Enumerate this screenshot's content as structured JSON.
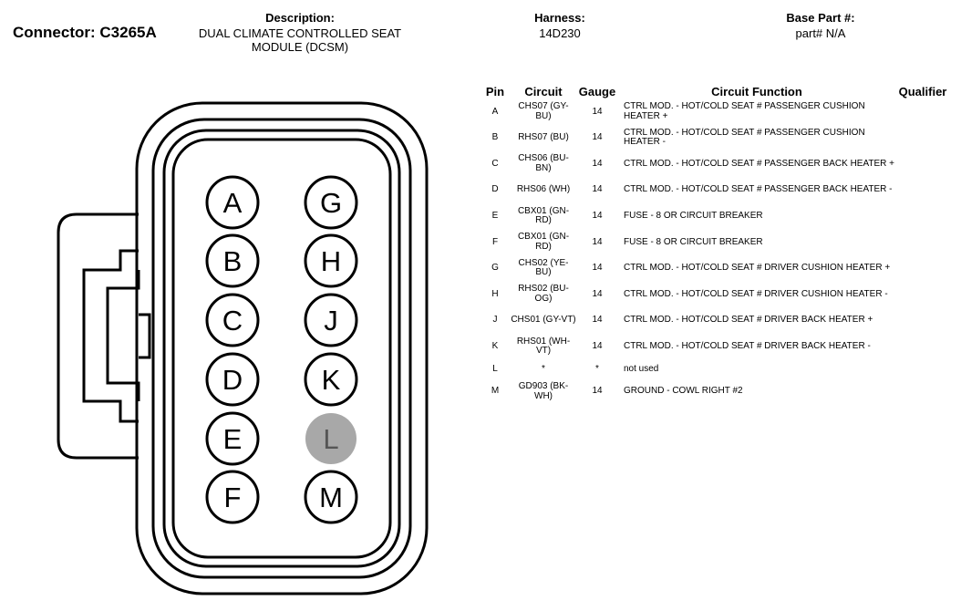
{
  "header": {
    "connector": "Connector: C3265A",
    "description_label": "Description:",
    "description_value": "DUAL CLIMATE CONTROLLED SEAT MODULE (DCSM)",
    "harness_label": "Harness:",
    "harness_value": "14D230",
    "base_part_label": "Base Part #:",
    "base_part_value": "part# N/A"
  },
  "table": {
    "headers": {
      "pin": "Pin",
      "circuit": "Circuit",
      "gauge": "Gauge",
      "function": "Circuit Function",
      "qualifier": "Qualifier"
    },
    "rows": [
      {
        "pin": "A",
        "circuit": "CHS07 (GY-BU)",
        "gauge": "14",
        "function": "CTRL MOD. - HOT/COLD SEAT # PASSENGER CUSHION HEATER +",
        "qualifier": ""
      },
      {
        "pin": "B",
        "circuit": "RHS07 (BU)",
        "gauge": "14",
        "function": "CTRL MOD. - HOT/COLD SEAT # PASSENGER CUSHION HEATER -",
        "qualifier": ""
      },
      {
        "pin": "C",
        "circuit": "CHS06 (BU-BN)",
        "gauge": "14",
        "function": "CTRL MOD. - HOT/COLD SEAT # PASSENGER BACK HEATER +",
        "qualifier": ""
      },
      {
        "pin": "D",
        "circuit": "RHS06 (WH)",
        "gauge": "14",
        "function": "CTRL MOD. - HOT/COLD SEAT # PASSENGER BACK HEATER -",
        "qualifier": ""
      },
      {
        "pin": "E",
        "circuit": "CBX01 (GN-RD)",
        "gauge": "14",
        "function": "FUSE - 8 OR CIRCUIT BREAKER",
        "qualifier": ""
      },
      {
        "pin": "F",
        "circuit": "CBX01 (GN-RD)",
        "gauge": "14",
        "function": "FUSE - 8 OR CIRCUIT BREAKER",
        "qualifier": ""
      },
      {
        "pin": "G",
        "circuit": "CHS02 (YE-BU)",
        "gauge": "14",
        "function": "CTRL MOD. - HOT/COLD SEAT # DRIVER CUSHION HEATER +",
        "qualifier": ""
      },
      {
        "pin": "H",
        "circuit": "RHS02 (BU-OG)",
        "gauge": "14",
        "function": "CTRL MOD. - HOT/COLD SEAT # DRIVER CUSHION HEATER -",
        "qualifier": ""
      },
      {
        "pin": "J",
        "circuit": "CHS01 (GY-VT)",
        "gauge": "14",
        "function": "CTRL MOD. - HOT/COLD SEAT # DRIVER BACK HEATER +",
        "qualifier": ""
      },
      {
        "pin": "K",
        "circuit": "RHS01 (WH-VT)",
        "gauge": "14",
        "function": "CTRL MOD. - HOT/COLD SEAT # DRIVER BACK HEATER -",
        "qualifier": ""
      },
      {
        "pin": "L",
        "circuit": "*",
        "gauge": "*",
        "function": "not used",
        "qualifier": ""
      },
      {
        "pin": "M",
        "circuit": "GD903 (BK-WH)",
        "gauge": "14",
        "function": "GROUND - COWL RIGHT #2",
        "qualifier": ""
      }
    ]
  },
  "connector": {
    "pins": [
      {
        "label": "A",
        "used": true
      },
      {
        "label": "B",
        "used": true
      },
      {
        "label": "C",
        "used": true
      },
      {
        "label": "D",
        "used": true
      },
      {
        "label": "E",
        "used": true
      },
      {
        "label": "F",
        "used": true
      },
      {
        "label": "G",
        "used": true
      },
      {
        "label": "H",
        "used": true
      },
      {
        "label": "J",
        "used": true
      },
      {
        "label": "K",
        "used": true
      },
      {
        "label": "L",
        "used": false
      },
      {
        "label": "M",
        "used": true
      }
    ],
    "unused_fill": "#a8a8a8"
  }
}
